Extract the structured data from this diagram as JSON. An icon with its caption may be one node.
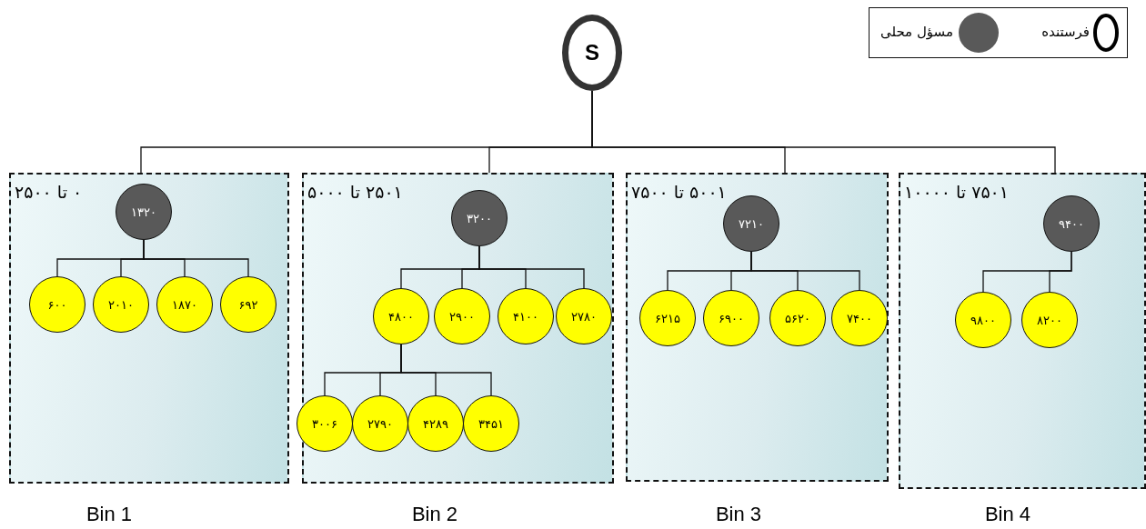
{
  "diagram": {
    "nodes": [
      {
        "text": [
          "S"
        ]
      },
      {
        "text": [
          "۰ تا ۲۵۰۰"
        ],
        "beside": [
          "Bin 1"
        ]
      },
      {
        "text": [
          "۱۳۲۰"
        ],
        "in": 1
      },
      {
        "text": [
          "۶۰۰"
        ],
        "in": 1
      },
      {
        "text": [
          "۲۰۱۰"
        ],
        "in": 1
      },
      {
        "text": [
          "۱۸۷۰"
        ],
        "in": 1
      },
      {
        "text": [
          "۶۹۲"
        ],
        "in": 1
      },
      {
        "text": [
          "۲۵۰۱ تا ۵۰۰۰"
        ],
        "beside": [
          "Bin 2"
        ]
      },
      {
        "text": [
          "۳۲۰۰"
        ],
        "in": 7
      },
      {
        "text": [
          "۴۸۰۰"
        ],
        "in": 7
      },
      {
        "text": [
          "۲۹۰۰"
        ],
        "in": 7
      },
      {
        "text": [
          "۴۱۰۰"
        ],
        "in": 7
      },
      {
        "text": [
          "۲۷۸۰"
        ],
        "in": 7
      },
      {
        "text": [
          "۳۰۰۶"
        ],
        "in": 7
      },
      {
        "text": [
          "۲۷۹۰"
        ],
        "in": 7
      },
      {
        "text": [
          "۴۲۸۹"
        ],
        "in": 7
      },
      {
        "text": [
          "۳۴۵۱"
        ],
        "in": 7
      },
      {
        "text": [
          "۵۰۰۱ تا ۷۵۰۰"
        ],
        "beside": [
          "Bin 3"
        ]
      },
      {
        "text": [
          "۷۲۱۰"
        ],
        "in": 17
      },
      {
        "text": [
          "۶۲۱۵"
        ],
        "in": 17
      },
      {
        "text": [
          "۶۹۰۰"
        ],
        "in": 17
      },
      {
        "text": [
          "۵۶۲۰"
        ],
        "in": 17
      },
      {
        "text": [
          "۷۴۰۰"
        ],
        "in": 17
      },
      {
        "text": [
          "۷۵۰۱ تا ۱۰۰۰۰"
        ],
        "beside": [
          "Bin 4"
        ]
      },
      {
        "text": [
          "۹۴۰۰"
        ],
        "in": 23
      },
      {
        "text": [
          "۹۸۰۰"
        ],
        "in": 23
      },
      {
        "text": [
          "۸۲۰۰"
        ],
        "in": 23
      }
    ],
    "edges": [
      {
        "from": 0,
        "to": 1,
        "arrow": "none"
      },
      {
        "from": 0,
        "to": 7,
        "arrow": "none"
      },
      {
        "from": 0,
        "to": 17,
        "arrow": "none"
      },
      {
        "from": 0,
        "to": 23,
        "arrow": "none"
      },
      {
        "from": 2,
        "to": 3,
        "arrow": "none"
      },
      {
        "from": 2,
        "to": 4,
        "arrow": "none"
      },
      {
        "from": 2,
        "to": 5,
        "arrow": "none"
      },
      {
        "from": 2,
        "to": 6,
        "arrow": "none"
      },
      {
        "from": 8,
        "to": 9,
        "arrow": "none"
      },
      {
        "from": 8,
        "to": 10,
        "arrow": "none"
      },
      {
        "from": 8,
        "to": 11,
        "arrow": "none"
      },
      {
        "from": 8,
        "to": 12,
        "arrow": "none"
      },
      {
        "from": 9,
        "to": 13,
        "arrow": "none"
      },
      {
        "from": 9,
        "to": 14,
        "arrow": "none"
      },
      {
        "from": 9,
        "to": 15,
        "arrow": "none"
      },
      {
        "from": 9,
        "to": 16,
        "arrow": "none"
      },
      {
        "from": 18,
        "to": 19,
        "arrow": "none"
      },
      {
        "from": 18,
        "to": 20,
        "arrow": "none"
      },
      {
        "from": 18,
        "to": 21,
        "arrow": "none"
      },
      {
        "from": 18,
        "to": 22,
        "arrow": "none"
      },
      {
        "from": 24,
        "to": 25,
        "arrow": "none"
      },
      {
        "from": 24,
        "to": 26,
        "arrow": "none"
      }
    ],
    "legend": [
      {
        "text": "فرستنده"
      },
      {
        "text": "مسؤل محلی",
        "color": "#595959"
      }
    ]
  }
}
